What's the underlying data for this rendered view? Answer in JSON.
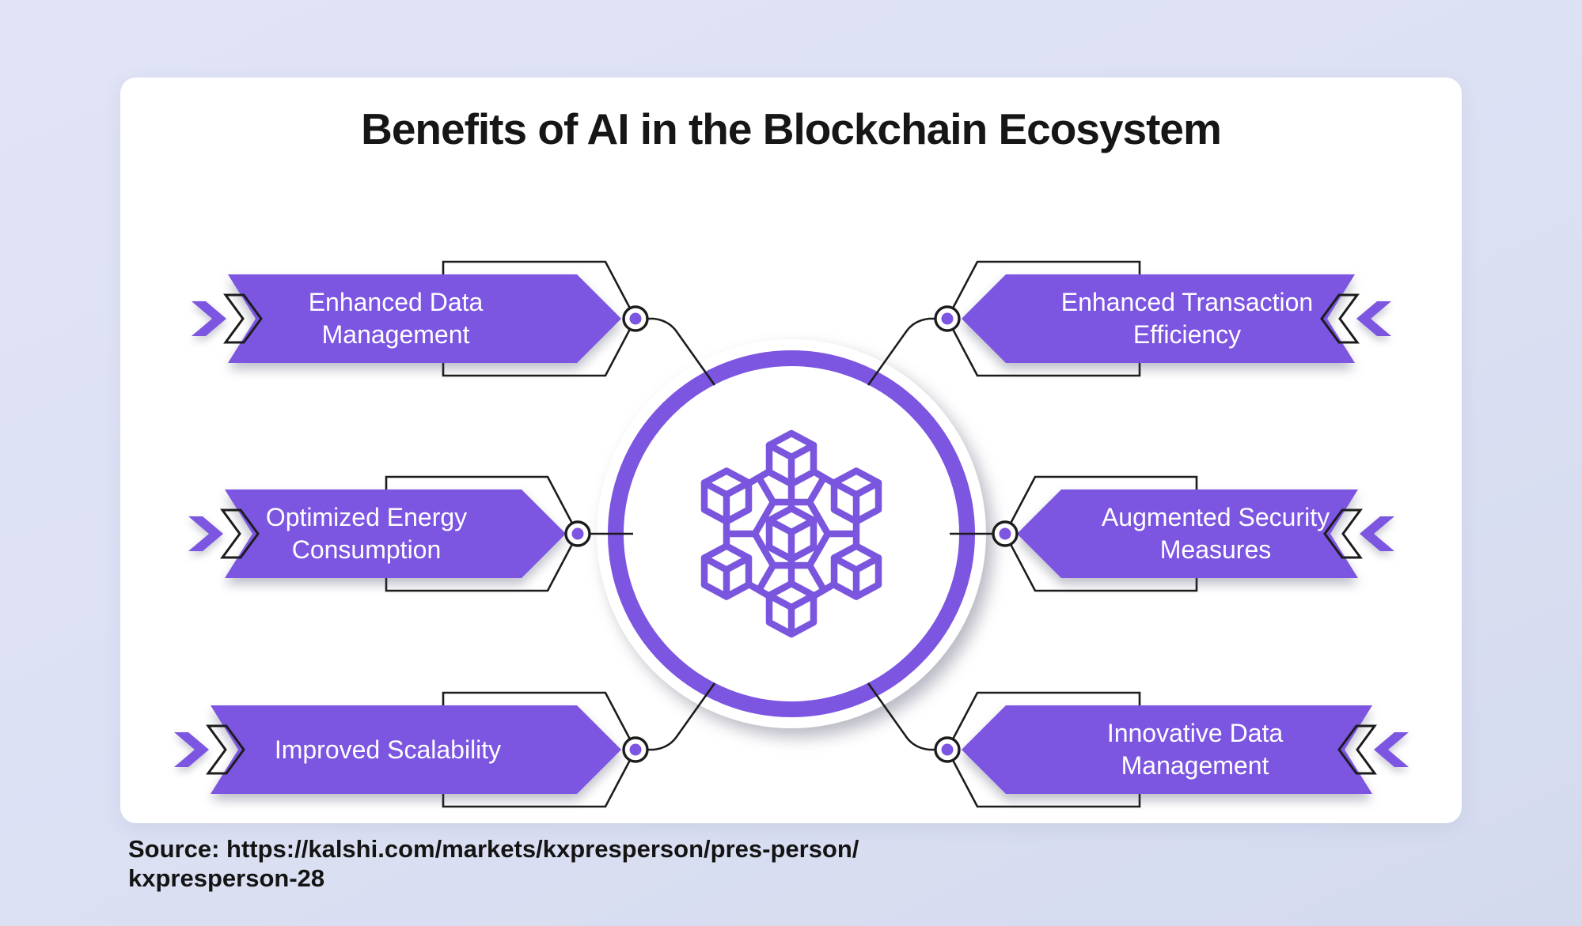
{
  "title": "Benefits of AI in the Blockchain Ecosystem",
  "benefits": {
    "left": [
      {
        "label": "Enhanced Data Management"
      },
      {
        "label": "Optimized Energy Consumption"
      },
      {
        "label": "Improved Scalability"
      }
    ],
    "right": [
      {
        "label": "Enhanced Transaction Efficiency"
      },
      {
        "label": "Augmented Security Measures"
      },
      {
        "label": "Innovative Data Management"
      }
    ]
  },
  "center": {
    "icon": "blockchain-network-icon",
    "description": "isometric cube network inside purple ring"
  },
  "source": {
    "line1": "Source: https://kalshi.com/markets/kxpresperson/pres-person/",
    "line2": "kxpresperson-28"
  },
  "colors": {
    "accent": "#7c55e1",
    "outline": "#1c1c1c",
    "background": "#dde1f4",
    "card": "#ffffff",
    "text_on_accent": "#ffffff",
    "title_text": "#161616"
  }
}
